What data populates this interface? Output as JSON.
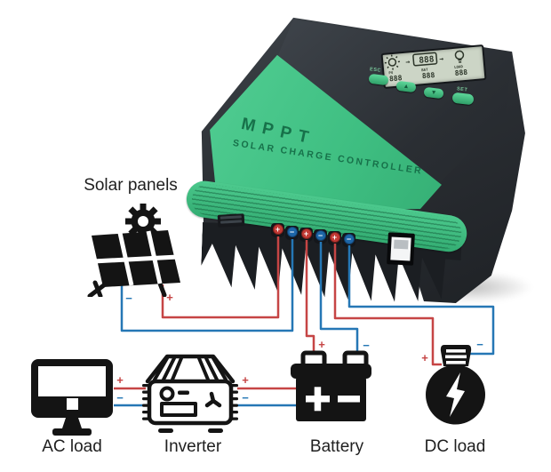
{
  "figure": {
    "type": "solar-charge-controller-wiring-diagram"
  },
  "device": {
    "brand": "MPPT",
    "subtitle": "SOLAR CHARGE CONTROLLER",
    "buttons": {
      "esc": "ESC",
      "up": "▲",
      "down": "▼",
      "set": "SET"
    },
    "lcd": {
      "arrow": "→",
      "center_value": "888",
      "sections": [
        {
          "label": "PV",
          "value": "888"
        },
        {
          "label": "BAT",
          "value": "888"
        },
        {
          "label": "LOAD",
          "value": "888"
        }
      ]
    }
  },
  "nodes": [
    {
      "id": "solar-panels",
      "label": "Solar panels"
    },
    {
      "id": "ac-load",
      "label": "AC load"
    },
    {
      "id": "inverter",
      "label": "Inverter"
    },
    {
      "id": "battery",
      "label": "Battery"
    },
    {
      "id": "dc-load",
      "label": "DC load"
    }
  ],
  "polarity": {
    "plus": "+",
    "minus": "−"
  },
  "icons": {
    "sun": "gear-sun-icon",
    "solar-panel": "grid-panel-icon",
    "monitor": "monitor-icon",
    "inverter": "inverter-box-icon",
    "battery": "battery-icon",
    "bulb": "lightning-bulb-icon",
    "usb": "usb-port",
    "lcd-sun": "sun-glyph",
    "lcd-bulb": "bulb-glyph"
  },
  "colors": {
    "green": "#3fbf82",
    "green_light": "#55d096",
    "green_dark": "#2b9f67",
    "body_dark": "#26292e",
    "body_light": "#40464c",
    "wire_red": "#c64545",
    "wire_blue": "#2577b5",
    "lcd_bg": "#ccd5c6",
    "lcd_text": "#2c3529",
    "label_text": "#1f1f1f"
  }
}
